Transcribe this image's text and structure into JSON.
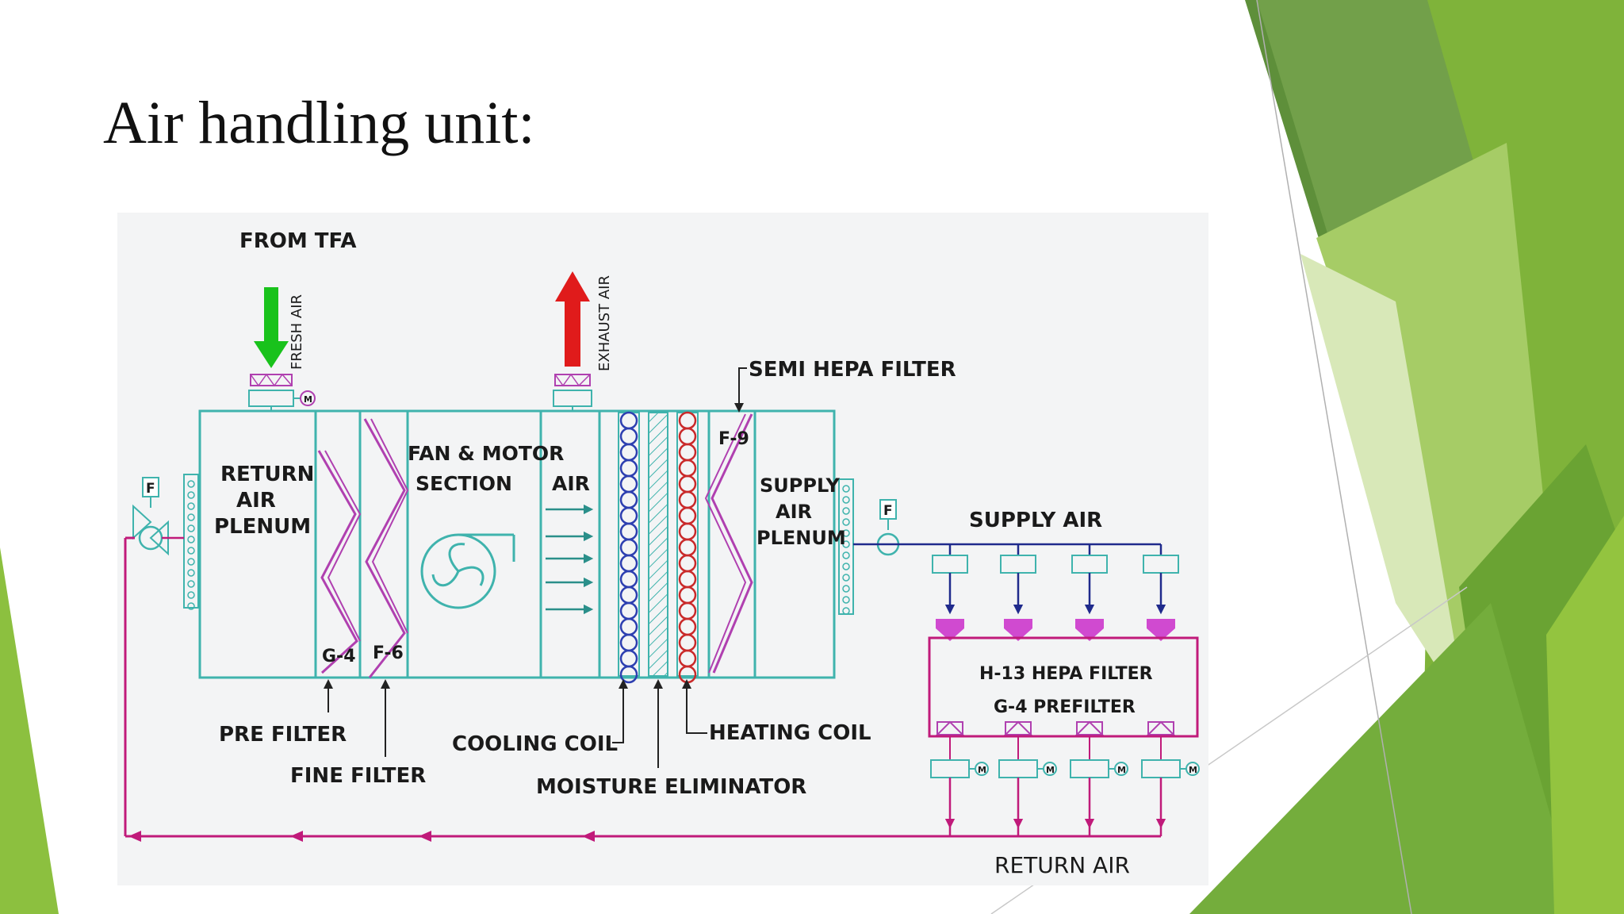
{
  "slide": {
    "title": "Air handling unit:",
    "colors": {
      "green_dark": "#5e8f3a",
      "green_mid": "#7fb33a",
      "green_light": "#a6cc66",
      "green_pale": "#d8e8b8",
      "teal": "#3fb3ad",
      "magenta": "#c01a7a",
      "violet": "#b040b0"
    }
  },
  "diagram": {
    "labels": {
      "from_tfa": "FROM TFA",
      "fresh_air": "FRESH AIR",
      "exhaust_air": "EXHAUST AIR",
      "semi_hepa_filter": "SEMI HEPA FILTER",
      "f9": "F-9",
      "return_air_plenum": [
        "RETURN",
        "AIR",
        "PLENUM"
      ],
      "fan_motor_section": [
        "FAN & MOTOR",
        "SECTION"
      ],
      "air": "AIR",
      "supply_air_plenum": [
        "SUPPLY",
        "AIR",
        "PLENUM"
      ],
      "supply_air": "SUPPLY AIR",
      "g4": "G-4",
      "f6": "F-6",
      "pre_filter": "PRE FILTER",
      "fine_filter": "FINE FILTER",
      "cooling_coil": "COOLING COIL",
      "moisture_eliminator": "MOISTURE ELIMINATOR",
      "heating_coil": "HEATING COIL",
      "hepa_filter_box": [
        "H-13 HEPA FILTER",
        "G-4 PREFILTER"
      ],
      "return_air": "RETURN AIR",
      "damper_f": "F",
      "motor": "M"
    }
  }
}
